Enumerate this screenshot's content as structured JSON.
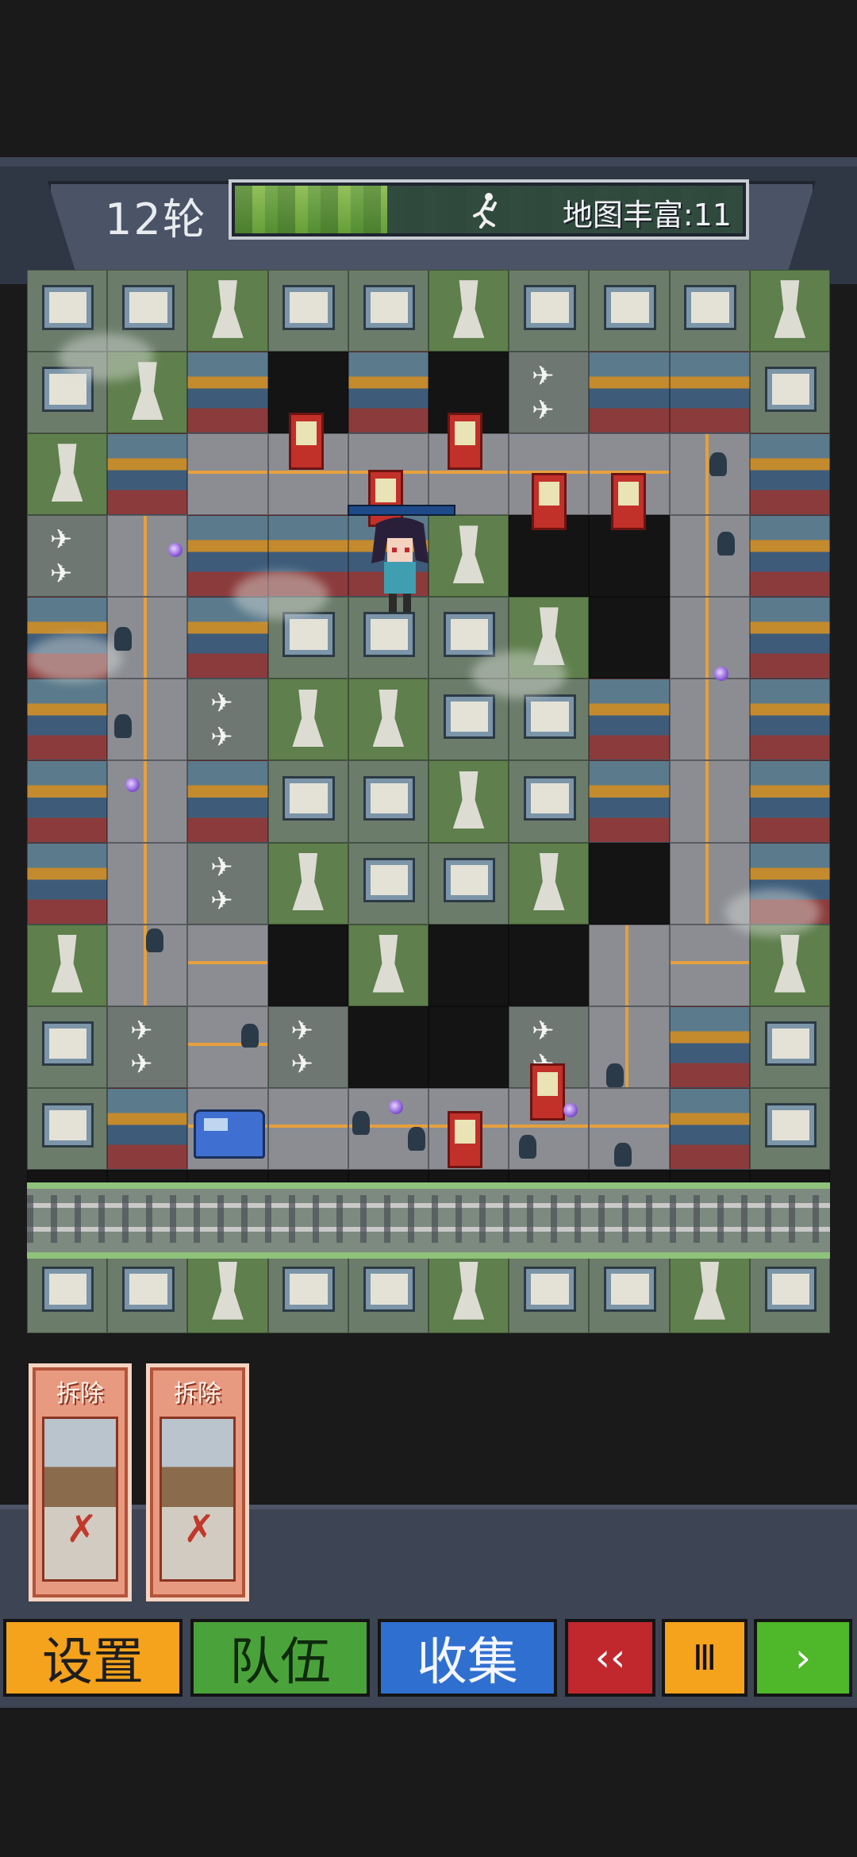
{
  "hud": {
    "round_label": "12轮",
    "richness_label": "地图丰富:11",
    "progress": 0.3
  },
  "cards": [
    {
      "title": "拆除"
    },
    {
      "title": "拆除"
    }
  ],
  "buttons": {
    "settings": "设置",
    "team": "队伍",
    "collect": "收集",
    "rewind": "‹‹",
    "pause": "Ⅲ",
    "forward": "›"
  },
  "colors": {
    "settings": "#f5a21c",
    "team": "#4aa33a",
    "collect": "#2f6fd0",
    "rewind": "#c0282e",
    "pause": "#f5a21c",
    "forward": "#4fb72a"
  },
  "icons": {
    "runner": "runner-icon",
    "hero": "hero-character",
    "vending": "vending-machine-icon"
  }
}
